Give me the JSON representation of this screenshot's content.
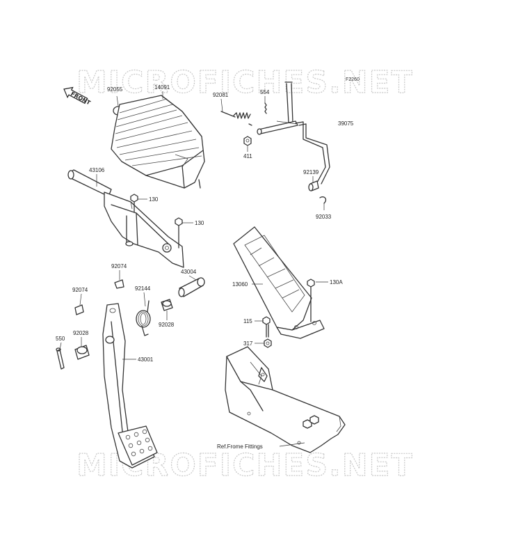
{
  "diagram": {
    "code": "F2260",
    "front_label": "FRONT",
    "watermark": "MICROFICHES.NET",
    "labels": {
      "p92055": "92055",
      "p14091": "14091",
      "p92081": "92081",
      "p554": "554",
      "p39075": "39075",
      "p411": "411",
      "p92139": "92139",
      "p92033": "92033",
      "p43106": "43106",
      "p130a": "130",
      "p130b": "130",
      "p92074a": "92074",
      "p43004": "43004",
      "p92144": "92144",
      "p92074b": "92074",
      "p92028a": "92028",
      "p92028b": "92028",
      "p550": "550",
      "p43001": "43001",
      "p13060": "13060",
      "p130A": "130A",
      "p115": "115",
      "p317": "317",
      "ref_frame": "Ref.Frome Fittings"
    }
  }
}
